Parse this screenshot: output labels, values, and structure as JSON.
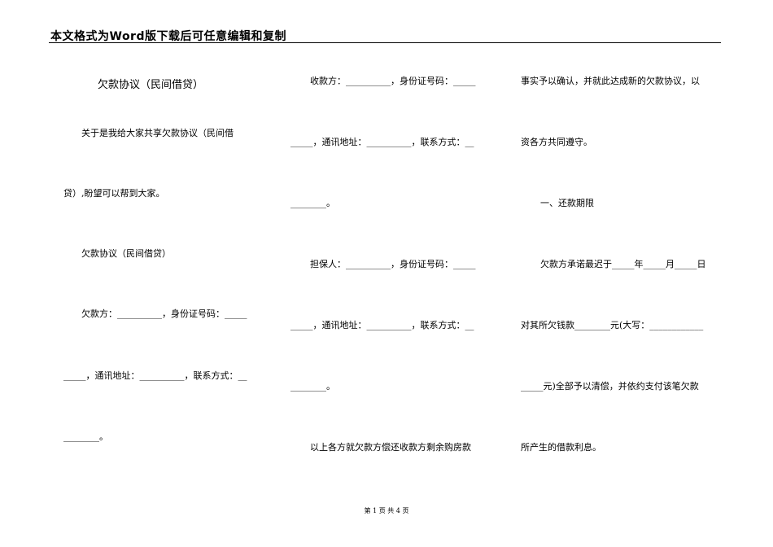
{
  "header": {
    "title": "本文格式为Word版下载后可任意编辑和复制"
  },
  "doc_title": "欠款协议（民间借贷）",
  "col1": [
    "关于是我给大家共享欠款协议（民间借",
    "贷）,盼望可以帮到大家。",
    "欠款协议（民间借贷）",
    "欠款方：__________，身份证号码：_____",
    "_____，通讯地址：__________，联系方式：__",
    "________。"
  ],
  "col2": [
    "收款方：__________，身份证号码：_____",
    "_____，通讯地址：__________，联系方式：__",
    "________。",
    "担保人：__________，身份证号码：_____",
    "_____，通讯地址：__________，联系方式：__",
    "________。",
    "以上各方就欠款方偿还收款方剩余购房款"
  ],
  "col3": [
    "事实予以确认，并就此达成新的欠款协议，以",
    "资各方共同遵守。",
    "一、还款期限",
    "欠款方承诺最迟于_____年_____月_____日",
    "对其所欠钱款________元(大写：____________",
    "_____元)全部予以清偿，并依约支付该笔欠款",
    "所产生的借款利息。"
  ],
  "footer": {
    "page": "第 1 页 共 4 页"
  }
}
